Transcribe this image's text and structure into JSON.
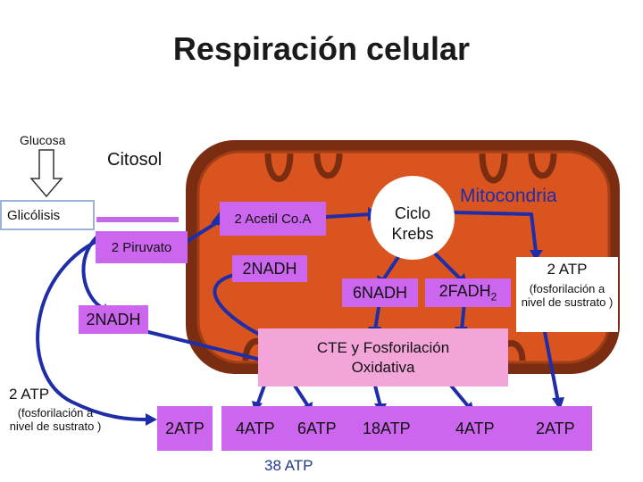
{
  "title": "Respiración celular",
  "labels": {
    "glucosa": "Glucosa",
    "citosol": "Citosol",
    "glicolisis": "Glicólisis",
    "mitocondria": "Mitocondria",
    "acetil": "2 Acetil Co.A",
    "piruvato": "2 Piruvato",
    "ciclo_line1": "Ciclo",
    "ciclo_line2": "Krebs",
    "nadh_2_top": "2NADH",
    "nadh_6": "6NADH",
    "fadh": "2FADH",
    "fadh_sub": "2",
    "nadh_2_left": "2NADH",
    "atp_2_right": "2 ATP",
    "fosfo_right": "(fosforilación a nivel de sustrato )",
    "cte_line1": "CTE  y  Fosforilación",
    "cte_line2": "Oxidativa",
    "atp_2_left": "2 ATP",
    "fosfo_left": "(fosforilación a nivel de sustrato )",
    "total": "38 ATP"
  },
  "atp_row": [
    "2ATP",
    "4ATP",
    "6ATP",
    "18ATP",
    "4ATP",
    "2ATP"
  ],
  "colors": {
    "mito_outer": "#7b2d12",
    "mito_inner": "#d9541f",
    "mito_membrane": "#a13e17",
    "arrow_blue": "#1f2ea8",
    "box_blue_border": "#9db3d8",
    "purple_box": "#cc66ee",
    "pink_box": "#f3a5d9",
    "krebs_circle": "#ffffff",
    "total_text": "#1f3a8c"
  }
}
